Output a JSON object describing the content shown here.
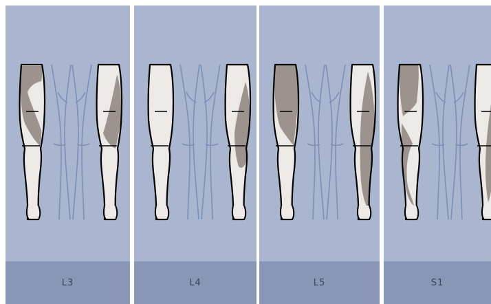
{
  "colors": {
    "background": "#ffffff",
    "panel": "#aab5cf",
    "label_bar": "#8797b5",
    "label_text": "#3b4456",
    "skin": "#ede9e6",
    "shaded": "#9c928e",
    "outline": "#000000",
    "back_outline": "#7b90b5"
  },
  "panels": [
    {
      "label": "L3",
      "shading": "L3"
    },
    {
      "label": "L4",
      "shading": "L4"
    },
    {
      "label": "L5",
      "shading": "L5"
    },
    {
      "label": "S1",
      "shading": "S1"
    }
  ]
}
